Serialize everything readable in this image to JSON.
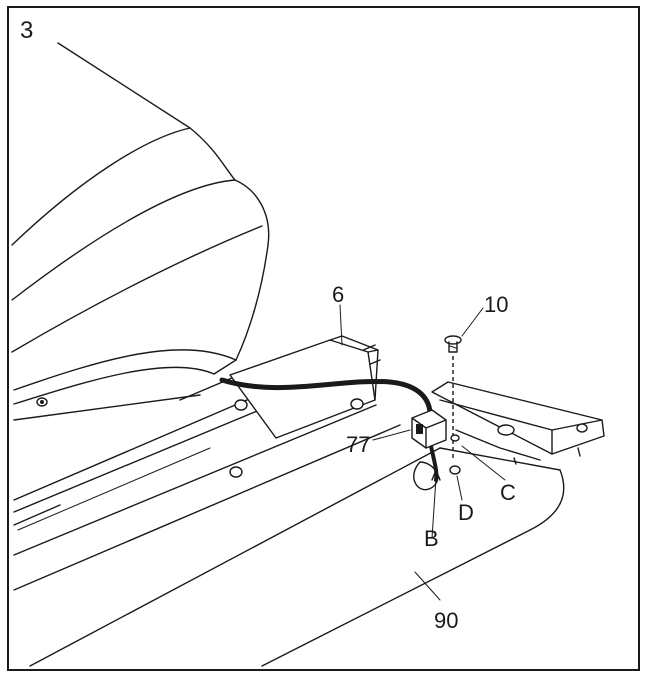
{
  "step_number": "3",
  "callouts": {
    "c6": "6",
    "c10": "10",
    "c77": "77",
    "cB": "B",
    "cC": "C",
    "cD": "D",
    "c90": "90"
  }
}
